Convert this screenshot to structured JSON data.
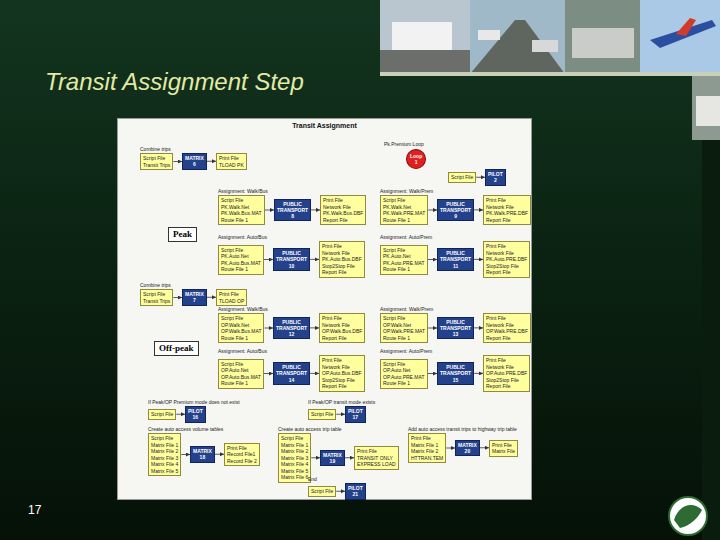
{
  "diagram": {
    "title": "Transit Assignment Step",
    "nodes": [
      {
        "text": [
          "Transit Assignment"
        ]
      },
      {
        "text": [
          "Script File",
          "Transit Trips"
        ],
        "in": 0
      },
      {
        "text": [
          "MATRIX",
          "6"
        ],
        "in": 0
      },
      {
        "text": [
          "Print File",
          "TLOAD PK"
        ],
        "in": 0
      },
      {
        "text": [
          "Loop",
          "1"
        ],
        "in": 0
      },
      {
        "text": [
          "Script File"
        ],
        "in": 0
      },
      {
        "text": [
          "PILOT",
          "2"
        ],
        "in": 0
      },
      {
        "text": [
          "Peak"
        ],
        "in": 0
      },
      {
        "text": [
          "Script File",
          "PK.Walk.Net",
          "PK.Walk.Bus.MAT",
          "Route File 1"
        ],
        "in": 0
      },
      {
        "text": [
          "PUBLIC TRANSPORT",
          "8"
        ],
        "in": 0
      },
      {
        "text": [
          "Print File",
          "Network File",
          "PK.Walk.Bus.DBF",
          "Report File"
        ],
        "in": 0
      },
      {
        "text": [
          "Script File",
          "PK.Walk.Net",
          "PK.Walk.PRE.MAT",
          "Route File 1"
        ],
        "in": 0
      },
      {
        "text": [
          "PUBLIC TRANSPORT",
          "9"
        ],
        "in": 0
      },
      {
        "text": [
          "Print File",
          "Network File",
          "PK.Walk.PRE.DBF",
          "Report File"
        ],
        "in": 0
      },
      {
        "text": [
          "Script File",
          "PK.Auto.Net",
          "PK.Auto.Bus.MAT",
          "Route File 1"
        ],
        "in": 0
      },
      {
        "text": [
          "PUBLIC TRANSPORT",
          "10"
        ],
        "in": 0
      },
      {
        "text": [
          "Print File",
          "Network File",
          "PK.Auto.Bus.DBF",
          "Stop2Stop File",
          "Report File"
        ],
        "in": 0
      },
      {
        "text": [
          "Script File",
          "PK.Auto.Net",
          "PK.Auto.PRE.MAT",
          "Route File 1"
        ],
        "in": 0
      },
      {
        "text": [
          "PUBLIC TRANSPORT",
          "11"
        ],
        "in": 0
      },
      {
        "text": [
          "Print File",
          "Network File",
          "PK.Auto.PRE.DBF",
          "Stop2Stop File",
          "Report File"
        ],
        "in": 0
      },
      {
        "text": [
          "Script File",
          "Transit Trips"
        ],
        "in": 0
      },
      {
        "text": [
          "MATRIX",
          "7"
        ],
        "in": 0
      },
      {
        "text": [
          "Print File",
          "TLOAD OP"
        ],
        "in": 0
      },
      {
        "text": [
          "Off-peak"
        ],
        "in": 0
      },
      {
        "text": [
          "Script File",
          "OP.Walk.Net",
          "OP.Walk.Bus.MAT",
          "Route File 1"
        ],
        "in": 0
      },
      {
        "text": [
          "PUBLIC TRANSPORT",
          "12"
        ],
        "in": 0
      },
      {
        "text": [
          "Print File",
          "Network File",
          "OP.Walk.Bus.DBF",
          "Report File"
        ],
        "in": 0
      },
      {
        "text": [
          "Script File",
          "OP.Walk.Net",
          "OP.Walk.PRE.MAT",
          "Route File 1"
        ],
        "in": 0
      },
      {
        "text": [
          "PUBLIC TRANSPORT",
          "13"
        ],
        "in": 0
      },
      {
        "text": [
          "Print File",
          "Network File",
          "OP.Walk.PRE.DBF",
          "Report File"
        ],
        "in": 0
      },
      {
        "text": [
          "Script File",
          "OP.Auto.Net",
          "OP.Auto.Bus.MAT",
          "Route File 1"
        ],
        "in": 0
      },
      {
        "text": [
          "PUBLIC TRANSPORT",
          "14"
        ],
        "in": 0
      },
      {
        "text": [
          "Print File",
          "Network File",
          "OP.Auto.Bus.DBF",
          "Stop2Stop File",
          "Report File"
        ],
        "in": 0
      },
      {
        "text": [
          "Script File",
          "OP.Auto.Net",
          "OP.Auto.PRE.MAT",
          "Route File 1"
        ],
        "in": 0
      },
      {
        "text": [
          "PUBLIC TRANSPORT",
          "15"
        ],
        "in": 0
      },
      {
        "text": [
          "Print File",
          "Network File",
          "OP.Auto.PRE.DBF",
          "Stop2Stop File",
          "Report File"
        ],
        "in": 0
      },
      {
        "text": [
          "Script File"
        ],
        "in": 0
      },
      {
        "text": [
          "PILOT",
          "16"
        ],
        "in": 0
      },
      {
        "text": [
          "Script File"
        ],
        "in": 0
      },
      {
        "text": [
          "PILOT",
          "17"
        ],
        "in": 0
      },
      {
        "text": [
          "Script File",
          "Matrix File 1",
          "Matrix File 2",
          "Matrix File 3",
          "Matrix File 4",
          "Matrix File 5"
        ],
        "in": 0
      },
      {
        "text": [
          "MATRIX",
          "18"
        ],
        "in": 0
      },
      {
        "text": [
          "Print File",
          "Record File1",
          "Record File 2"
        ],
        "in": 0
      },
      {
        "text": [
          "Script File",
          "Matrix File 1",
          "Matrix File 2",
          "Matrix File 3",
          "Matrix File 4",
          "Matrix File 5",
          "Matrix File 6"
        ],
        "in": 0
      },
      {
        "text": [
          "MATRIX",
          "19"
        ],
        "in": 0
      },
      {
        "text": [
          "Print File",
          "TRANSIT ONLY",
          "EXPRESS LOAD"
        ],
        "in": 0
      },
      {
        "text": [
          "Print File",
          "Matrix File 1",
          "Matrix File 2",
          "HTTRAN.TEM"
        ],
        "in": 0
      },
      {
        "text": [
          "MATRIX",
          "20"
        ],
        "in": 0
      },
      {
        "text": [
          "Print File",
          "Matrix File"
        ],
        "in": 0
      },
      {
        "text": [
          "Script File"
        ],
        "in": 0
      },
      {
        "text": [
          "PILOT",
          "21"
        ],
        "in": 0
      }
    ],
    "edges": [
      {
        "from": 1,
        "to": 2,
        "arrow": "to"
      },
      {
        "from": 2,
        "to": 3,
        "arrow": "to"
      },
      {
        "from": 5,
        "to": 6,
        "arrow": "to"
      },
      {
        "from": 8,
        "to": 9,
        "arrow": "to"
      },
      {
        "from": 9,
        "to": 10,
        "arrow": "to"
      },
      {
        "from": 11,
        "to": 12,
        "arrow": "to"
      },
      {
        "from": 12,
        "to": 13,
        "arrow": "to"
      },
      {
        "from": 14,
        "to": 15,
        "arrow": "to"
      },
      {
        "from": 15,
        "to": 16,
        "arrow": "to"
      },
      {
        "from": 17,
        "to": 18,
        "arrow": "to"
      },
      {
        "from": 18,
        "to": 19,
        "arrow": "to"
      },
      {
        "from": 20,
        "to": 21,
        "arrow": "to"
      },
      {
        "from": 21,
        "to": 22,
        "arrow": "to"
      },
      {
        "from": 24,
        "to": 25,
        "arrow": "to"
      },
      {
        "from": 25,
        "to": 26,
        "arrow": "to"
      },
      {
        "from": 27,
        "to": 28,
        "arrow": "to"
      },
      {
        "from": 28,
        "to": 29,
        "arrow": "to"
      },
      {
        "from": 30,
        "to": 31,
        "arrow": "to"
      },
      {
        "from": 31,
        "to": 32,
        "arrow": "to"
      },
      {
        "from": 33,
        "to": 34,
        "arrow": "to"
      },
      {
        "from": 34,
        "to": 35,
        "arrow": "to"
      },
      {
        "from": 36,
        "to": 37,
        "arrow": "to"
      },
      {
        "from": 38,
        "to": 39,
        "arrow": "to"
      },
      {
        "from": 40,
        "to": 41,
        "arrow": "to"
      },
      {
        "from": 41,
        "to": 42,
        "arrow": "to"
      },
      {
        "from": 43,
        "to": 44,
        "arrow": "to"
      },
      {
        "from": 44,
        "to": 45,
        "arrow": "to"
      },
      {
        "from": 46,
        "to": 47,
        "arrow": "to"
      },
      {
        "from": 47,
        "to": 48,
        "arrow": "to"
      },
      {
        "from": 49,
        "to": 50,
        "arrow": "to"
      }
    ],
    "labels": [
      "Combine trips",
      "Pk.Premium Loop",
      "Assignment: Walk/Bus",
      "Assignment: Walk/Prem",
      "Assignment: Auto/Bus",
      "Assignment: Auto/Prem",
      "Combine trips",
      "Assignment: Walk/Bus",
      "Assignment: Walk/Prem",
      "Assignment: Auto/Bus",
      "Assignment: Auto/Prem",
      "If Peak/OP Premium mode does not exist",
      "If Peak/OP transit mode exists",
      "Create auto access volume tables",
      "Create auto access trip table",
      "Add auto access transit trips to highway trip table",
      "End",
      "17"
    ]
  }
}
